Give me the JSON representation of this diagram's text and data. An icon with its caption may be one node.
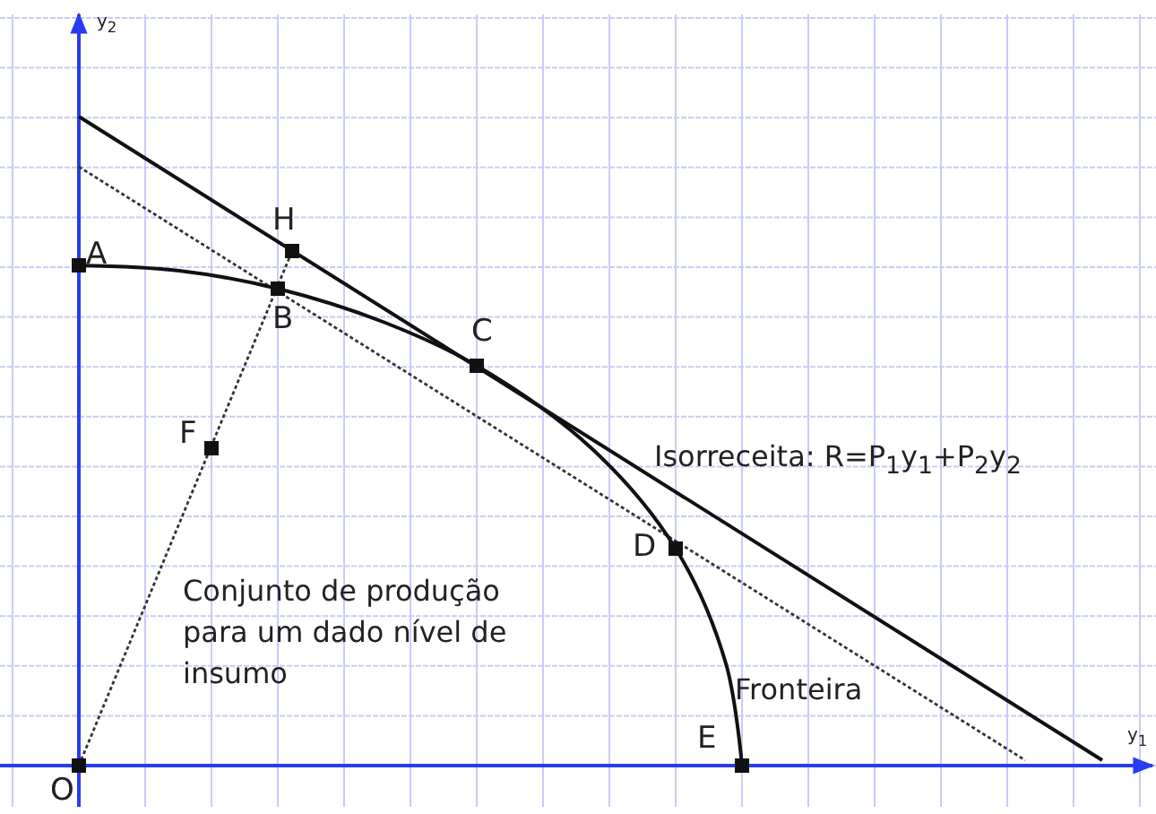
{
  "diagram": {
    "labels": [
      "y$_{2}$",
      "A",
      "H",
      "B",
      "C",
      "F",
      "Isorreceita: R=P$_{1}$y$_{1}$+P$_{2}$y$_{2}$",
      "D",
      "Conjunto de produção para um dado nível de insumo",
      "Fronteira",
      "E",
      "O",
      "y$_{1}$"
    ]
  }
}
